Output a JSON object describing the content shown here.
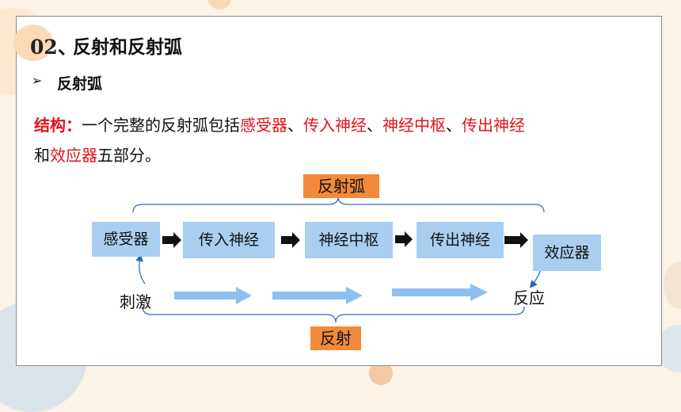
{
  "heading": {
    "number": "02",
    "separator": "、",
    "title": "反射和反射弧"
  },
  "subheading": {
    "bullet": "➢",
    "text": "反射弧"
  },
  "structure": {
    "label": "结构：",
    "line1": [
      "一个完整的反射弧包括",
      "感受器",
      "、",
      "传入神经",
      "、",
      "神经中枢",
      "、",
      "传出神经"
    ],
    "line2": [
      "和",
      "效应器",
      "五部分。"
    ]
  },
  "diagram": {
    "arc_label": "反射弧",
    "reflex_label": "反射",
    "components": [
      "感受器",
      "传入神经",
      "神经中枢",
      "传出神经",
      "效应器"
    ],
    "stimulus": "刺激",
    "response": "反应"
  }
}
